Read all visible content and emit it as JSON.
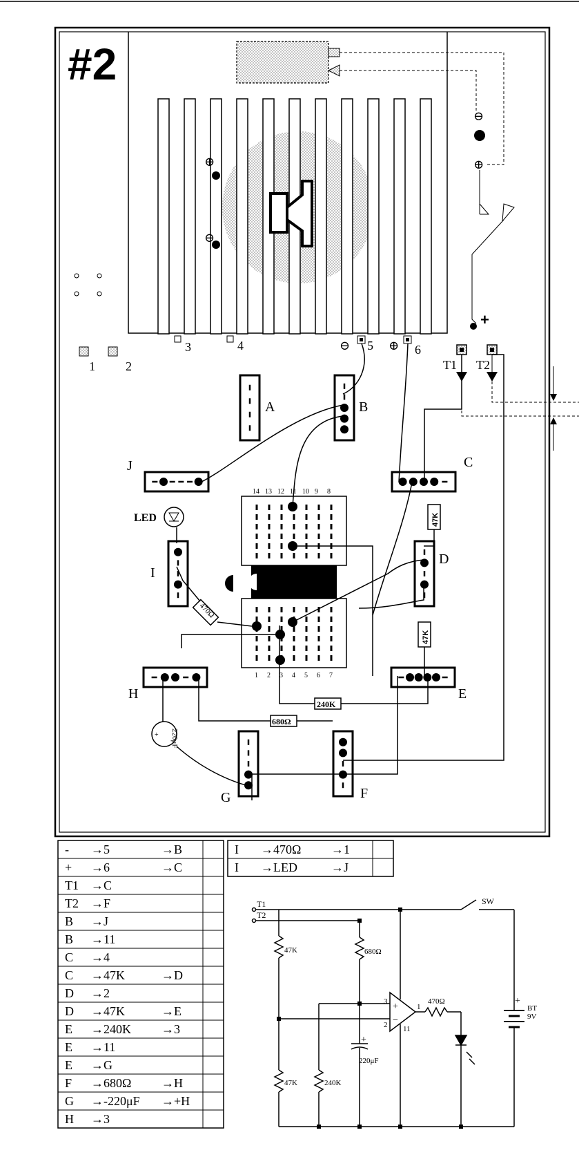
{
  "board": {
    "number": "#2",
    "terminals": [
      "1",
      "2",
      "3",
      "4",
      "5",
      "6"
    ],
    "speaker_polarity": {
      "plus": "⊕",
      "minus": "⊖"
    },
    "battery_plus": "+",
    "strips": [
      "A",
      "B",
      "C",
      "D",
      "E",
      "F",
      "G",
      "H",
      "I",
      "J"
    ],
    "t_labels": {
      "t1": "T1",
      "t2": "T2"
    },
    "led_label": "LED",
    "chip_top_pins": [
      "14",
      "13",
      "12",
      "11",
      "10",
      "9",
      "8"
    ],
    "chip_bottom_pins": [
      "1",
      "2",
      "3",
      "4",
      "5",
      "6",
      "7"
    ],
    "resistors": {
      "r470": "470Ω",
      "r47k_a": "47K",
      "r47k_b": "47K",
      "r240k": "240K",
      "r680": "680Ω"
    },
    "capacitor": "220μF",
    "capacitor_plus": "+"
  },
  "wiring_table_left": [
    [
      "-",
      "→5",
      "→B"
    ],
    [
      "+",
      "→6",
      "→C"
    ],
    [
      "T1",
      "→C",
      ""
    ],
    [
      "T2",
      "→F",
      ""
    ],
    [
      "B",
      "→J",
      ""
    ],
    [
      "B",
      "→11",
      ""
    ],
    [
      "C",
      "→4",
      ""
    ],
    [
      "C",
      "→47K",
      "→D"
    ],
    [
      "D",
      "→2",
      ""
    ],
    [
      "D",
      "→47K",
      "→E"
    ],
    [
      "E",
      "→240K",
      "→3"
    ],
    [
      "E",
      "→11",
      ""
    ],
    [
      "E",
      "→G",
      ""
    ],
    [
      "F",
      "→680Ω",
      "→H"
    ],
    [
      "G",
      "→-220μF",
      "→+H"
    ],
    [
      "H",
      "→3",
      ""
    ]
  ],
  "wiring_table_right": [
    [
      "I",
      "→470Ω",
      "→1"
    ],
    [
      "I",
      "→LED",
      "→J"
    ]
  ],
  "schematic": {
    "t1": "T1",
    "t2": "T2",
    "sw": "SW",
    "r47k_top": "47K",
    "r680": "680Ω",
    "r47k_bottom": "47K",
    "r240k": "240K",
    "r470": "470Ω",
    "cap": "220μF",
    "cap_plus": "+",
    "pin3": "3",
    "pin2": "2",
    "pin1": "1",
    "pin11": "11",
    "opamp_plus": "+",
    "opamp_minus": "−",
    "battery": "BT",
    "battery_volt": "9V",
    "battery_plus": "+"
  }
}
